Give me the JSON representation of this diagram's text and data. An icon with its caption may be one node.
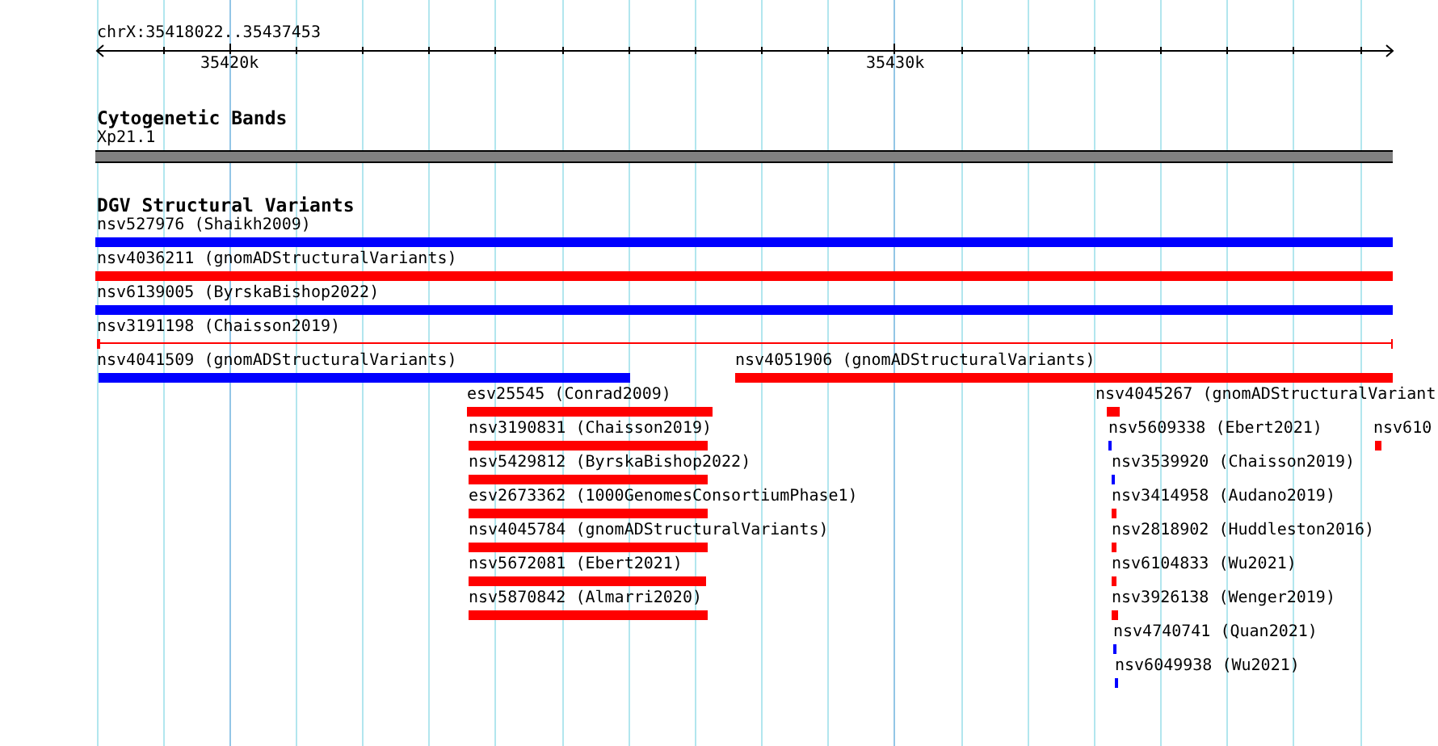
{
  "diagram": {
    "nodes": [
      {
        "text": [
          "Xp21.1"
        ]
      },
      {
        "text": [
          "nsv527976 (Shaikh2009)"
        ]
      },
      {
        "text": [
          "nsv4036211 (gnomADStructuralVariants)"
        ]
      },
      {
        "text": [
          "nsv6139005 (ByrskaBishop2022)"
        ]
      },
      {
        "text": [
          "nsv3191198 (Chaisson2019)"
        ]
      },
      {
        "text": [
          "nsv4041509 (gnomADStructuralVariants)"
        ]
      },
      {
        "text": [
          "nsv4051906 (gnomADStructuralVariants)"
        ]
      },
      {
        "text": [
          "esv25545 (Conrad2009)"
        ]
      },
      {
        "text": [
          "nsv4045267 (gnomADStructuralVariant"
        ]
      },
      {
        "text": [
          "nsv3190831 (Chaisson2019)"
        ]
      },
      {
        "text": [
          "nsv5609338 (Ebert2021)"
        ]
      },
      {
        "text": [
          "nsv610"
        ]
      },
      {
        "text": [
          "nsv5429812 (ByrskaBishop2022)"
        ]
      },
      {
        "text": [
          "nsv3539920 (Chaisson2019)"
        ]
      },
      {
        "text": [
          "esv2673362 (1000GenomesConsortiumPhase1)"
        ]
      },
      {
        "text": [
          "nsv3414958 (Audano2019)"
        ]
      },
      {
        "text": [
          "nsv4045784 (gnomADStructuralVariants)"
        ]
      },
      {
        "text": [
          "nsv2818902 (Huddleston2016)"
        ]
      },
      {
        "text": [
          "nsv5672081 (Ebert2021)"
        ]
      },
      {
        "text": [
          "nsv6104833 (Wu2021)"
        ]
      },
      {
        "text": [
          "nsv5870842 (Almarri2020)"
        ]
      },
      {
        "text": [
          "nsv3926138 (Wenger2019)"
        ]
      },
      {
        "text": [
          "nsv4740741 (Quan2021)"
        ]
      },
      {
        "text": [
          "nsv6049938 (Wu2021)"
        ]
      }
    ],
    "labels": [
      "chrX:35418022..35437453",
      "35420k",
      "35430k",
      "Cytogenetic Bands",
      "DGV Structural Variants"
    ]
  }
}
